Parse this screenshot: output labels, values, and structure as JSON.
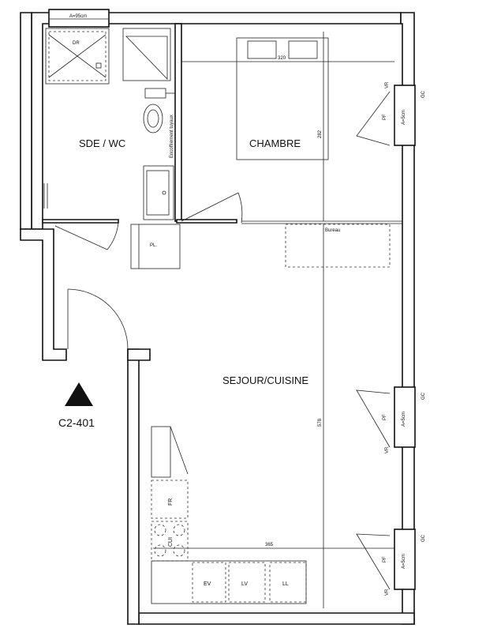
{
  "plan": {
    "unit_code": "C2-401",
    "rooms": {
      "sde_wc": "SDE / WC",
      "chambre": "CHAMBRE",
      "sejour": "SEJOUR/CUISINE"
    },
    "dims": {
      "chambre_width": "320",
      "chambre_height": "282",
      "sejour_height": "578",
      "sejour_width": "365"
    },
    "labels": {
      "top_window": "A=95cm",
      "dr": "DR",
      "encoffrement": "Encoffrement tuyaux",
      "pl": "PL.",
      "bureau": "Bureau",
      "fr": "FR",
      "cui": "CUI",
      "ev": "EV",
      "lv": "LV",
      "ll": "LL",
      "win_a": "A=5cm",
      "gc": "GC",
      "vr": "VR",
      "pf": "PF"
    }
  }
}
